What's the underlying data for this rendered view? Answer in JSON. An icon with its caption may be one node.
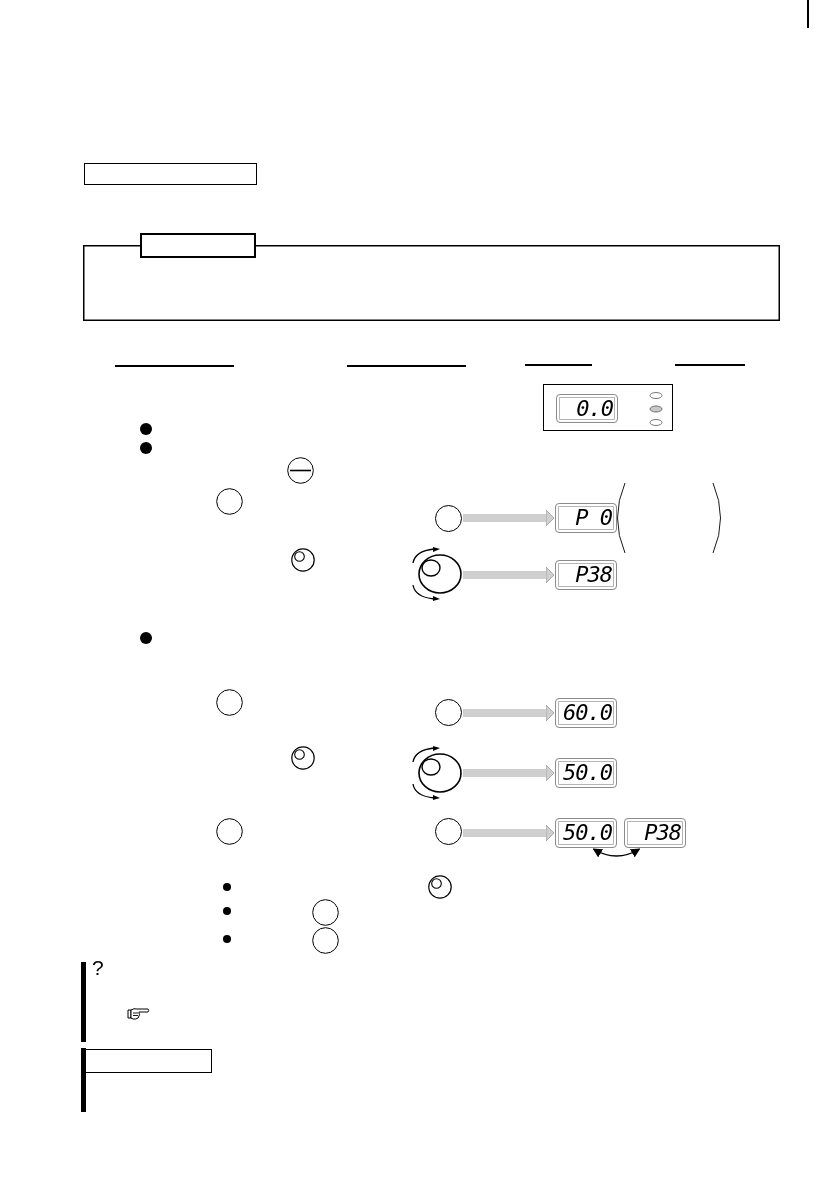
{
  "diagram": {
    "nodes": [
      {
        "text": [],
        "shape": "box"
      },
      {
        "text": [
          "0.0"
        ],
        "in": 0
      },
      {
        "text": [],
        "shape": "circle"
      },
      {
        "text": [
          "P 0"
        ]
      },
      {
        "text": [],
        "shape": "dial"
      },
      {
        "text": [
          "P38"
        ]
      },
      {
        "text": [],
        "shape": "circle"
      },
      {
        "text": [
          "60.0"
        ]
      },
      {
        "text": [],
        "shape": "dial"
      },
      {
        "text": [
          "50.0"
        ]
      },
      {
        "text": [],
        "shape": "circle"
      },
      {
        "text": [
          "50.0"
        ]
      },
      {
        "text": [
          "P38"
        ]
      }
    ],
    "edges": [
      {
        "from": 2,
        "to": 3,
        "arrow": "to"
      },
      {
        "from": 4,
        "to": 5,
        "arrow": "to"
      },
      {
        "from": 6,
        "to": 7,
        "arrow": "to"
      },
      {
        "from": 8,
        "to": 9,
        "arrow": "to"
      },
      {
        "from": 10,
        "to": 11,
        "arrow": "to"
      },
      {
        "from": 11,
        "to": 12,
        "arrow": "both",
        "color": "#000000"
      }
    ],
    "labels": [
      "?"
    ]
  }
}
